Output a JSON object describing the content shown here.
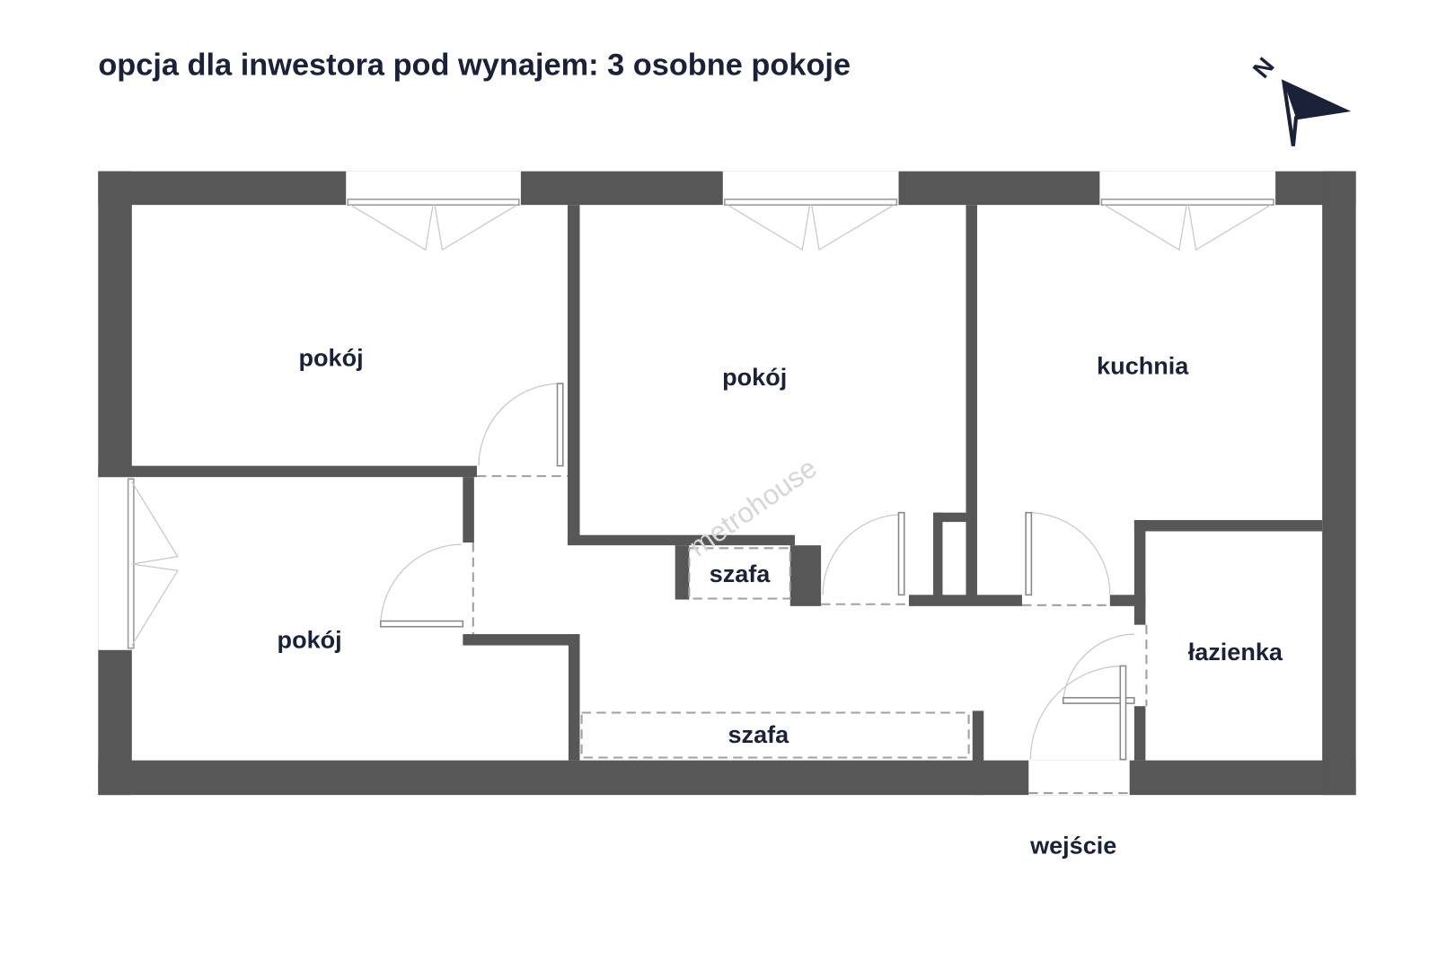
{
  "title": "opcja dla inwestora pod wynajem: 3 osobne pokoje",
  "compass": {
    "label": "N",
    "icon": "north-arrow-icon"
  },
  "watermark": "metrohouse",
  "rooms": {
    "room_top_left": "pokój",
    "room_top_middle": "pokój",
    "kitchen": "kuchnia",
    "room_bottom_left": "pokój",
    "bathroom": "łazienka",
    "wardrobe_small": "szafa",
    "wardrobe_large": "szafa",
    "entrance": "wejście"
  },
  "colors": {
    "wall": "#575757",
    "text": "#1b2136"
  }
}
